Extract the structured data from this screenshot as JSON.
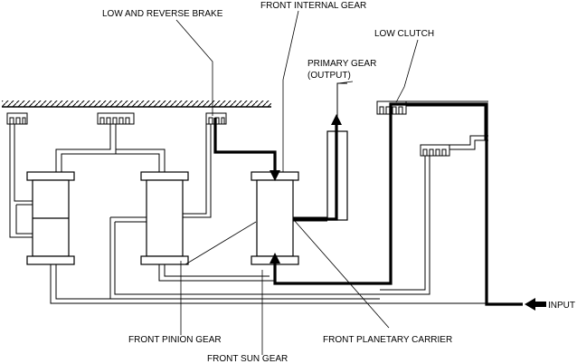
{
  "labels": {
    "low_and_reverse_brake": "LOW AND REVERSE BRAKE",
    "front_internal_gear": "FRONT INTERNAL GEAR",
    "primary_gear_line1": "PRIMARY GEAR",
    "primary_gear_line2": "(OUTPUT)",
    "low_clutch": "LOW CLUTCH",
    "input": "INPUT",
    "front_pinion_gear": "FRONT PINION GEAR",
    "front_sun_gear": "FRONT SUN GEAR",
    "front_planetary_carrier": "FRONT PLANETARY CARRIER"
  },
  "colors": {
    "line": "#000000",
    "background": "#ffffff"
  }
}
